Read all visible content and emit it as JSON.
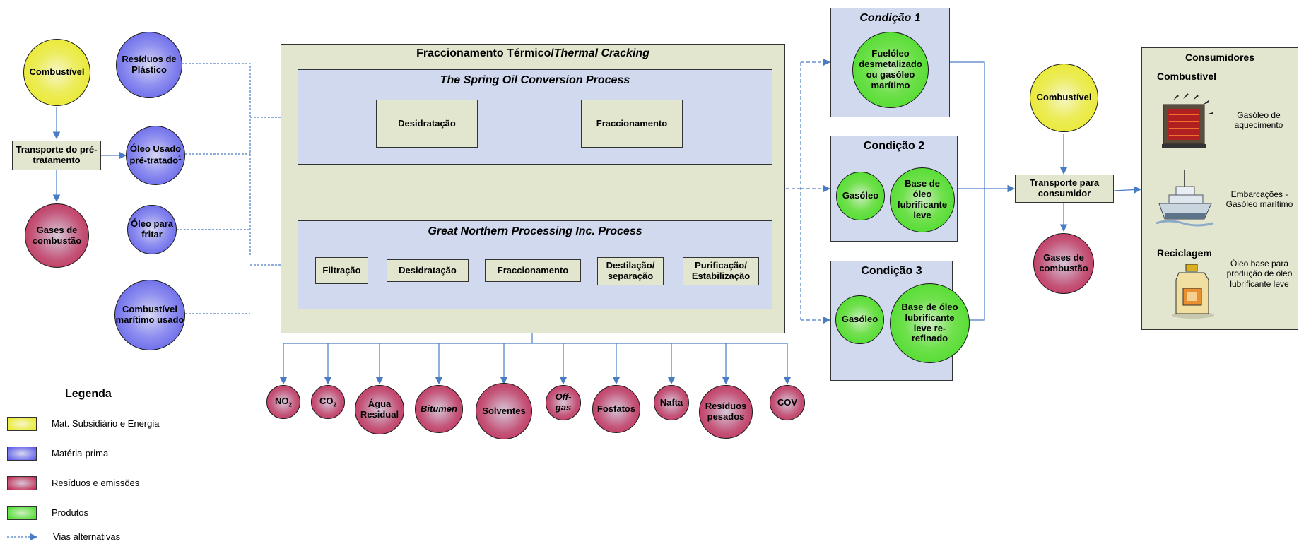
{
  "colors": {
    "subsidiary": "#e8e81a",
    "raw": "#5151e6",
    "waste": "#c01f48",
    "product": "#3fdc1f",
    "process_bg": "#e3e6cf",
    "subprocess_bg": "#d0d9ee",
    "arrow": "#4a7cc4"
  },
  "inputs": {
    "combustivel": "Combustível",
    "transporte": "Transporte do pré-tratamento",
    "gases": "Gases de combustão",
    "residuos_plastico": "Resíduos de Plástico",
    "oleo_usado": "Óleo Usado pré-tratado",
    "oleo_usado_sup": "1",
    "oleo_fritar": "Óleo para fritar",
    "combustivel_maritimo": "Combustível marítimo usado"
  },
  "process": {
    "title_pt": "Fraccionamento Térmico/",
    "title_en": "Thermal Cracking",
    "spring": {
      "title": "The Spring Oil Conversion Process",
      "steps": [
        "Desidratação",
        "Fraccionamento"
      ]
    },
    "great": {
      "title": "Great Northern Processing Inc. Process",
      "steps": [
        "Filtração",
        "Desidratação",
        "Fraccionamento",
        "Destilação/ separação",
        "Purificação/ Estabilização"
      ]
    }
  },
  "emissions": {
    "no2": "NO",
    "no2_sub": "2",
    "co2": "CO",
    "co2_sub": "2",
    "agua": "Água Residual",
    "bitumen": "Bitumen",
    "solventes": "Solventes",
    "offgas": "Off-gas",
    "fosfatos": "Fosfatos",
    "nafta": "Nafta",
    "residuos": "Resíduos pesados",
    "cov": "COV"
  },
  "conditions": {
    "c1": {
      "title": "Condição 1",
      "product": "Fuelóleo desmetalizado ou gasóleo marítimo"
    },
    "c2": {
      "title": "Condição 2",
      "p1": "Gasóleo",
      "p2": "Base de óleo lubrificante leve"
    },
    "c3": {
      "title": "Condição 3",
      "p1": "Gasóleo",
      "p2": "Base de óleo lubrificante leve re-refinado"
    }
  },
  "consumer_side": {
    "combustivel": "Combustível",
    "transporte": "Transporte para consumidor",
    "gases": "Gases de combustão"
  },
  "consumidores": {
    "title": "Consumidores",
    "combustivel_title": "Combustível",
    "gasoleo_aquecimento": "Gasóleo de aquecimento",
    "embarcacoes": "Embarcações - Gasóleo marítimo",
    "reciclagem_title": "Reciclagem",
    "oleo_base": "Óleo base para produção de óleo lubrificante leve"
  },
  "legend": {
    "title": "Legenda",
    "items": [
      "Mat. Subsidiário e Energia",
      "Matéria-prima",
      "Resíduos e emissões",
      "Produtos",
      "Vias alternativas"
    ]
  }
}
